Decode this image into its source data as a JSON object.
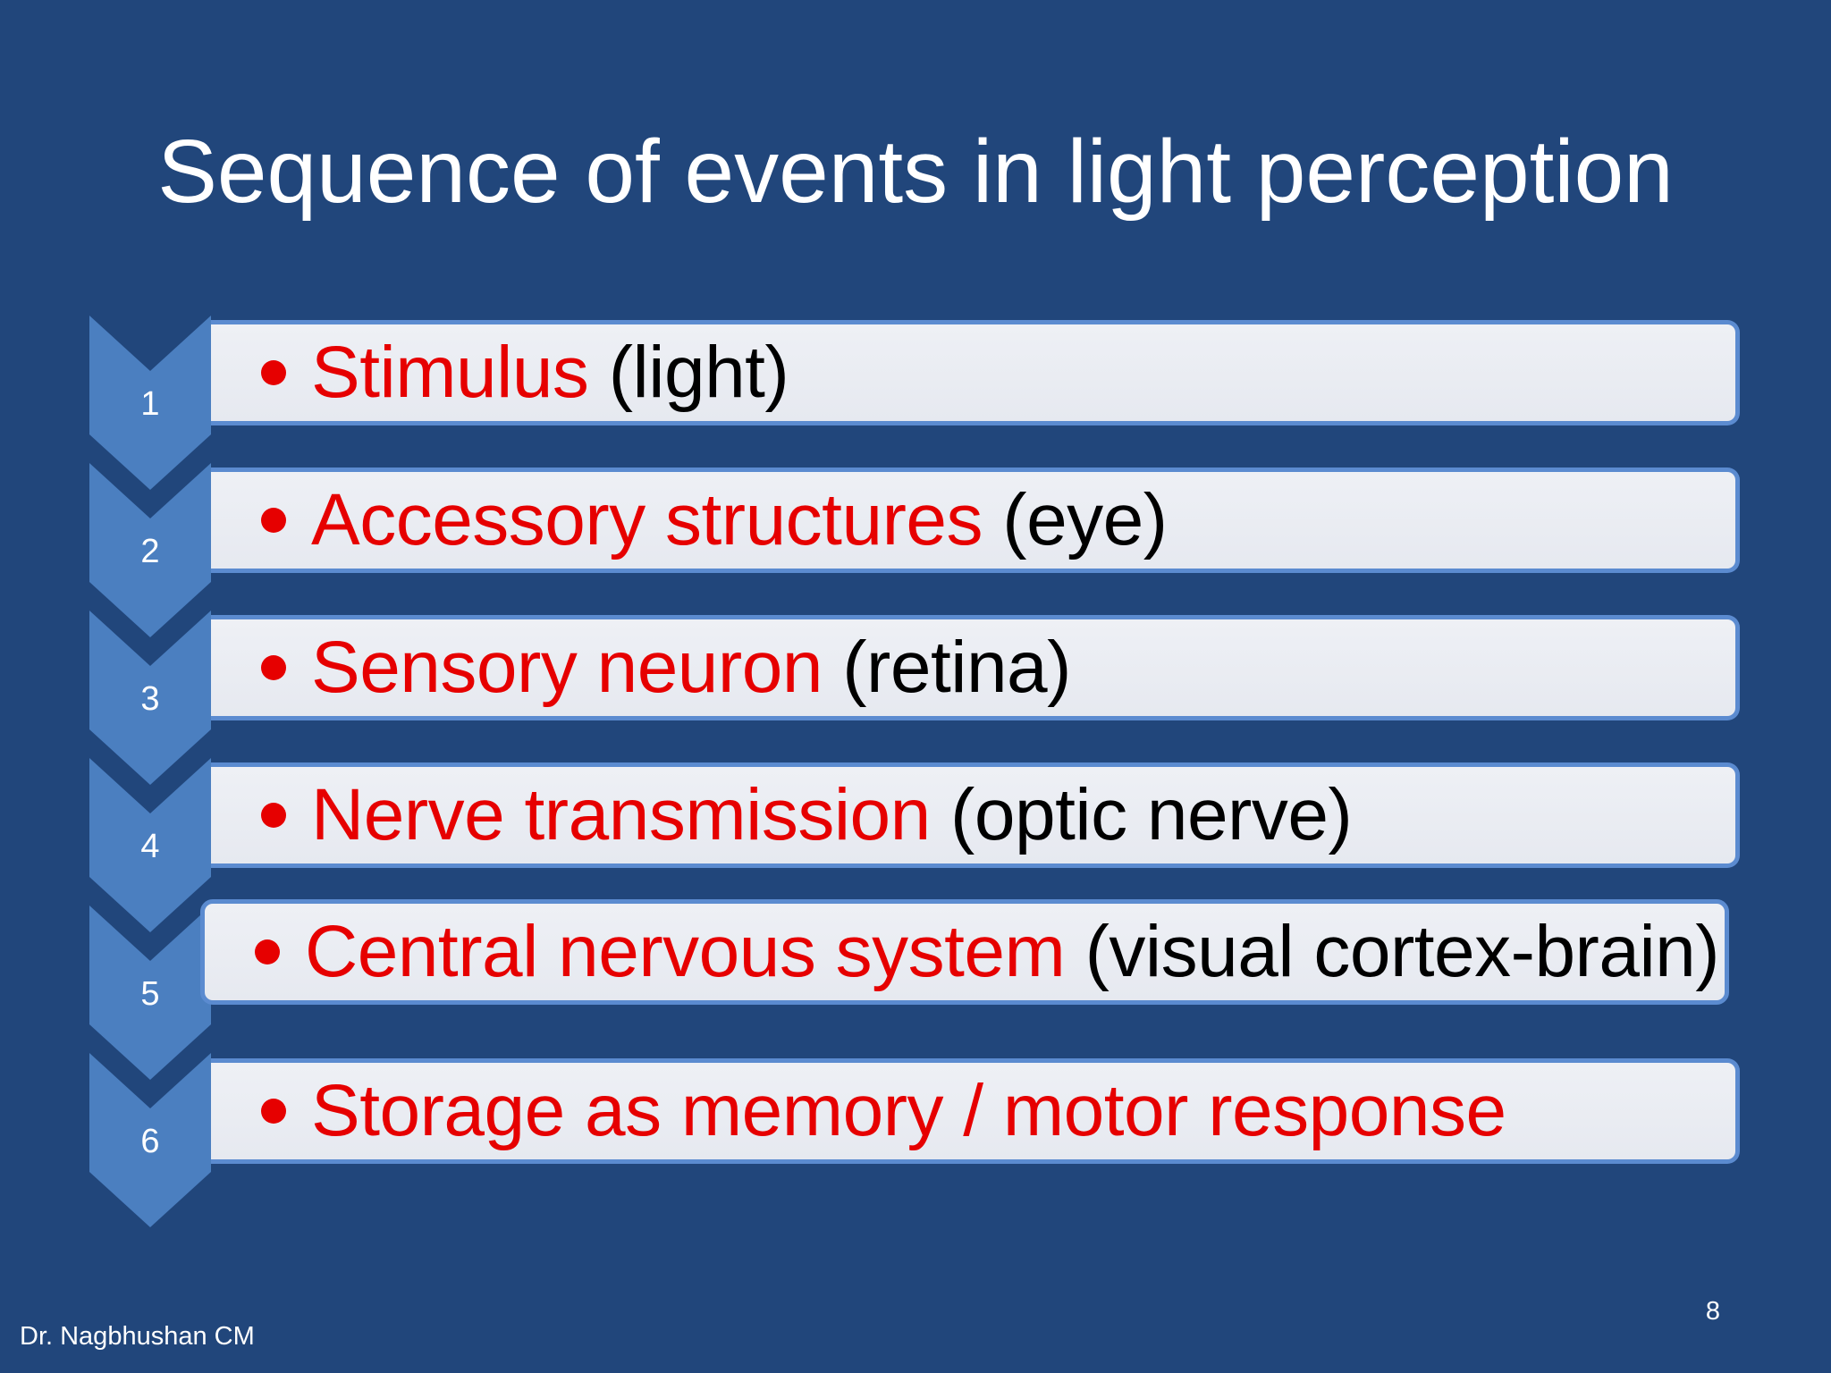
{
  "slide": {
    "title": "Sequence of events in light perception",
    "author": "Dr. Nagbhushan CM",
    "page_number": "8"
  },
  "colors": {
    "background": "#21467b",
    "chevron": "#4b7fc0",
    "box_border": "#5b8bd0",
    "box_fill": "#e8ebf1",
    "highlight_text": "#e60000",
    "detail_text": "#000000",
    "bullet": "#e60000"
  },
  "steps": [
    {
      "number": "1",
      "main": "Stimulus",
      "detail": " (light)"
    },
    {
      "number": "2",
      "main": "Accessory structures",
      "detail": " (eye)"
    },
    {
      "number": "3",
      "main": "Sensory neuron",
      "detail": " (retina)"
    },
    {
      "number": "4",
      "main": "Nerve transmission",
      "detail": " (optic nerve)"
    },
    {
      "number": "5",
      "main": "Central nervous system",
      "detail": " (visual cortex-brain)"
    },
    {
      "number": "6",
      "main": "Storage as memory /  motor response",
      "detail": ""
    }
  ]
}
